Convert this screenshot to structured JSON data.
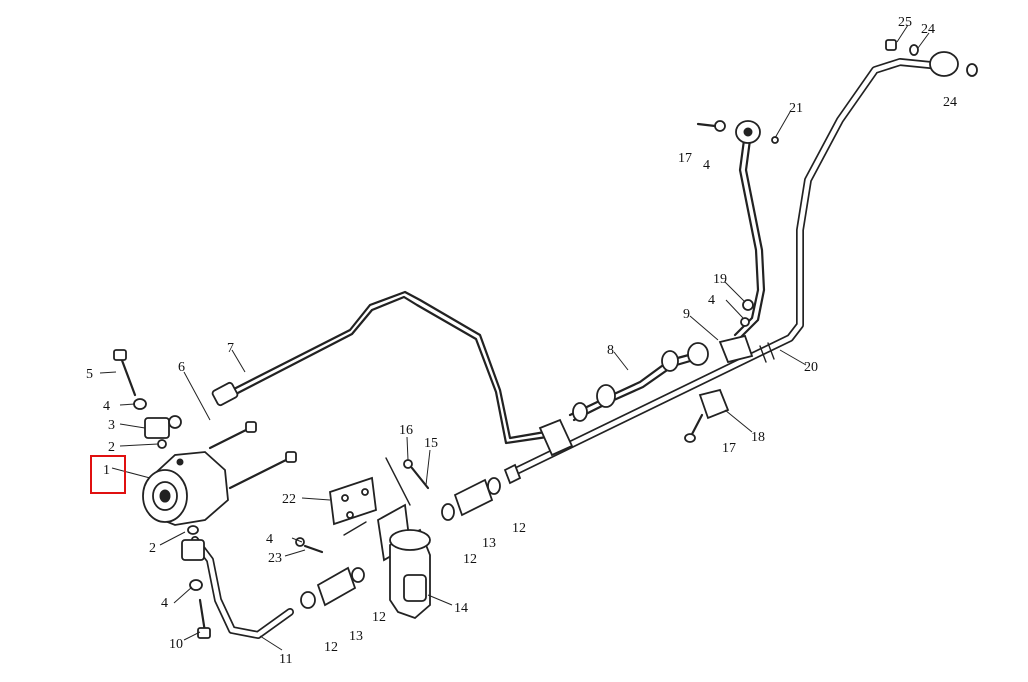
{
  "diagram": {
    "highlight_color": "#e01010",
    "callouts": [
      {
        "key": "c1",
        "label": "1"
      },
      {
        "key": "c2a",
        "label": "2"
      },
      {
        "key": "c2b",
        "label": "2"
      },
      {
        "key": "c3",
        "label": "3"
      },
      {
        "key": "c4a",
        "label": "4"
      },
      {
        "key": "c4b",
        "label": "4"
      },
      {
        "key": "c4c",
        "label": "4"
      },
      {
        "key": "c4d",
        "label": "4"
      },
      {
        "key": "c4e",
        "label": "4"
      },
      {
        "key": "c5",
        "label": "5"
      },
      {
        "key": "c6",
        "label": "6"
      },
      {
        "key": "c7",
        "label": "7"
      },
      {
        "key": "c8",
        "label": "8"
      },
      {
        "key": "c9",
        "label": "9"
      },
      {
        "key": "c10",
        "label": "10"
      },
      {
        "key": "c11",
        "label": "11"
      },
      {
        "key": "c12a",
        "label": "12"
      },
      {
        "key": "c12b",
        "label": "12"
      },
      {
        "key": "c12c",
        "label": "12"
      },
      {
        "key": "c12d",
        "label": "12"
      },
      {
        "key": "c13a",
        "label": "13"
      },
      {
        "key": "c13b",
        "label": "13"
      },
      {
        "key": "c14",
        "label": "14"
      },
      {
        "key": "c15",
        "label": "15"
      },
      {
        "key": "c16",
        "label": "16"
      },
      {
        "key": "c17a",
        "label": "17"
      },
      {
        "key": "c17b",
        "label": "17"
      },
      {
        "key": "c18",
        "label": "18"
      },
      {
        "key": "c19",
        "label": "19"
      },
      {
        "key": "c20",
        "label": "20"
      },
      {
        "key": "c21",
        "label": "21"
      },
      {
        "key": "c22",
        "label": "22"
      },
      {
        "key": "c23",
        "label": "23"
      },
      {
        "key": "c24a",
        "label": "24"
      },
      {
        "key": "c24b",
        "label": "24"
      },
      {
        "key": "c25",
        "label": "25"
      }
    ]
  }
}
